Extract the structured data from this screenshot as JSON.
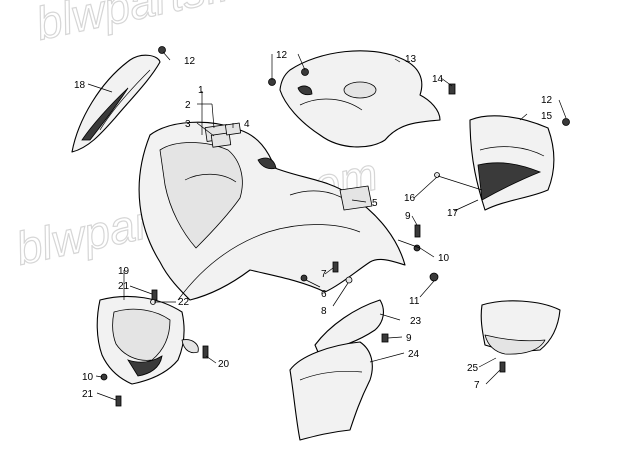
{
  "watermark": "blwpartsfiche.com",
  "callouts": {
    "c1": "1",
    "c2": "2",
    "c3": "3",
    "c4": "4",
    "c5": "5",
    "c6": "6",
    "c7a": "7",
    "c7b": "7",
    "c8": "8",
    "c9a": "9",
    "c9b": "9",
    "c10a": "10",
    "c10b": "10",
    "c11": "11",
    "c12a": "12",
    "c12b": "12",
    "c12c": "12",
    "c13": "13",
    "c14": "14",
    "c15": "15",
    "c16": "16",
    "c17": "17",
    "c18": "18",
    "c19": "19",
    "c20": "20",
    "c21a": "21",
    "c21b": "21",
    "c22": "22",
    "c23": "23",
    "c24": "24",
    "c25": "25"
  }
}
